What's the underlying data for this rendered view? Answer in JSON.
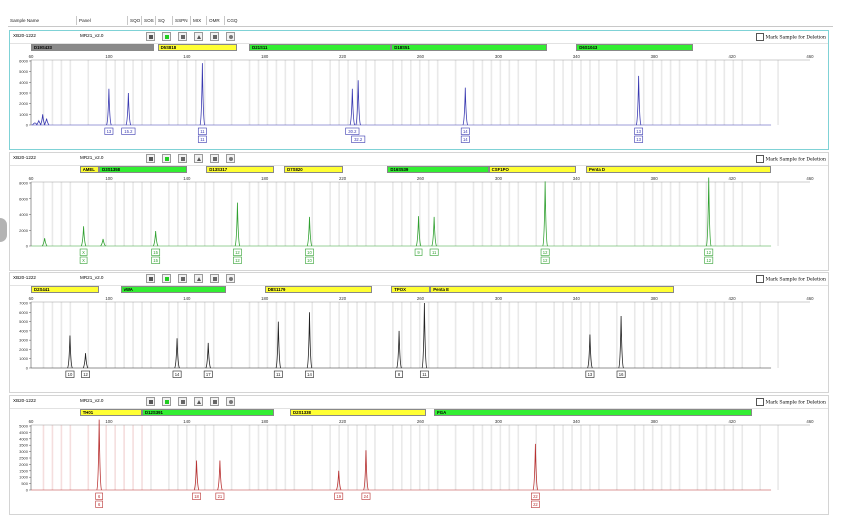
{
  "header": {
    "columns": [
      "Sample Name",
      "Panel",
      "SQO",
      "SOS",
      "SQ",
      "SSPN",
      "MIX",
      "OMR",
      "CGQ"
    ]
  },
  "panels": [
    {
      "sample": "XB20-1222",
      "kit": "MR21_v2.0",
      "mark_label": "Mark Sample for Deletion",
      "color": "#3838b0",
      "ymax": 6000,
      "yticks": [
        0,
        1000,
        2000,
        3000,
        4000,
        5000,
        6000
      ],
      "loci": [
        {
          "name": "D19S433",
          "start": 60,
          "end": 123,
          "color": "k"
        },
        {
          "name": "D5S818",
          "start": 125,
          "end": 166,
          "color": "y"
        },
        {
          "name": "D21S11",
          "start": 172,
          "end": 245,
          "color": "g"
        },
        {
          "name": "D18S51",
          "start": 245,
          "end": 325,
          "color": "g"
        },
        {
          "name": "D6S1043",
          "start": 340,
          "end": 400,
          "color": "g"
        }
      ],
      "peaks": [
        {
          "x": 62,
          "h": 200
        },
        {
          "x": 64,
          "h": 400
        },
        {
          "x": 66,
          "h": 1000
        },
        {
          "x": 68,
          "h": 600
        },
        {
          "x": 100,
          "h": 3400
        },
        {
          "x": 110,
          "h": 3000
        },
        {
          "x": 148,
          "h": 5800
        },
        {
          "x": 225,
          "h": 3400
        },
        {
          "x": 228,
          "h": 4200
        },
        {
          "x": 283,
          "h": 3500
        },
        {
          "x": 372,
          "h": 4600
        }
      ],
      "alleles": [
        {
          "x": 100,
          "labels": [
            "13"
          ]
        },
        {
          "x": 110,
          "labels": [
            "15.2"
          ]
        },
        {
          "x": 148,
          "labels": [
            "11",
            "11"
          ]
        },
        {
          "x": 225,
          "labels": [
            "30.2"
          ]
        },
        {
          "x": 228,
          "labels": [
            "32.2"
          ],
          "row2": true
        },
        {
          "x": 283,
          "labels": [
            "14",
            "14"
          ]
        },
        {
          "x": 372,
          "labels": [
            "13",
            "13"
          ]
        }
      ]
    },
    {
      "sample": "XB20-1222",
      "kit": "MR21_v2.0",
      "mark_label": "Mark Sample for Deletion",
      "color": "#30a030",
      "ymax": 8000,
      "yticks": [
        0,
        2000,
        4000,
        6000,
        8000
      ],
      "loci": [
        {
          "name": "AMEL",
          "start": 85,
          "end": 95,
          "color": "y"
        },
        {
          "name": "D3S1358",
          "start": 95,
          "end": 140,
          "color": "g"
        },
        {
          "name": "D13S317",
          "start": 150,
          "end": 185,
          "color": "y"
        },
        {
          "name": "D7S820",
          "start": 190,
          "end": 220,
          "color": "y"
        },
        {
          "name": "D16S539",
          "start": 243,
          "end": 295,
          "color": "g"
        },
        {
          "name": "CSF1PO",
          "start": 295,
          "end": 340,
          "color": "y"
        },
        {
          "name": "Penta D",
          "start": 345,
          "end": 440,
          "color": "y"
        }
      ],
      "peaks": [
        {
          "x": 67,
          "h": 1000
        },
        {
          "x": 87,
          "h": 2500
        },
        {
          "x": 97,
          "h": 900
        },
        {
          "x": 124,
          "h": 1900
        },
        {
          "x": 166,
          "h": 5500
        },
        {
          "x": 203,
          "h": 3700
        },
        {
          "x": 259,
          "h": 3800
        },
        {
          "x": 267,
          "h": 3700
        },
        {
          "x": 324,
          "h": 8200
        },
        {
          "x": 408,
          "h": 8700
        }
      ],
      "alleles": [
        {
          "x": 87,
          "labels": [
            "X",
            "X"
          ]
        },
        {
          "x": 124,
          "labels": [
            "15",
            "15"
          ]
        },
        {
          "x": 166,
          "labels": [
            "12",
            "12"
          ]
        },
        {
          "x": 203,
          "labels": [
            "10",
            "10"
          ]
        },
        {
          "x": 259,
          "labels": [
            "9"
          ]
        },
        {
          "x": 267,
          "labels": [
            "11"
          ]
        },
        {
          "x": 324,
          "labels": [
            "12",
            "12"
          ]
        },
        {
          "x": 408,
          "labels": [
            "12",
            "12"
          ]
        }
      ]
    },
    {
      "sample": "XB20-1222",
      "kit": "MR21_v2.0",
      "mark_label": "Mark Sample for Deletion",
      "color": "#202020",
      "ymax": 7000,
      "yticks": [
        0,
        1000,
        2000,
        3000,
        4000,
        5000,
        6000,
        7000
      ],
      "loci": [
        {
          "name": "D2S441",
          "start": 60,
          "end": 95,
          "color": "y"
        },
        {
          "name": "vWA",
          "start": 106,
          "end": 160,
          "color": "g"
        },
        {
          "name": "D8S1179",
          "start": 180,
          "end": 235,
          "color": "y"
        },
        {
          "name": "TPOX",
          "start": 245,
          "end": 265,
          "color": "y"
        },
        {
          "name": "Penta E",
          "start": 265,
          "end": 390,
          "color": "y"
        }
      ],
      "peaks": [
        {
          "x": 80,
          "h": 3500
        },
        {
          "x": 88,
          "h": 1600
        },
        {
          "x": 135,
          "h": 3200
        },
        {
          "x": 151,
          "h": 2700
        },
        {
          "x": 187,
          "h": 5000
        },
        {
          "x": 203,
          "h": 6000
        },
        {
          "x": 249,
          "h": 4000
        },
        {
          "x": 262,
          "h": 7000
        },
        {
          "x": 347,
          "h": 3600
        },
        {
          "x": 363,
          "h": 5600
        }
      ],
      "alleles": [
        {
          "x": 80,
          "labels": [
            "10"
          ]
        },
        {
          "x": 88,
          "labels": [
            "12"
          ]
        },
        {
          "x": 135,
          "labels": [
            "14"
          ]
        },
        {
          "x": 151,
          "labels": [
            "17"
          ]
        },
        {
          "x": 187,
          "labels": [
            "11"
          ]
        },
        {
          "x": 203,
          "labels": [
            "14"
          ]
        },
        {
          "x": 249,
          "labels": [
            "8"
          ]
        },
        {
          "x": 262,
          "labels": [
            "11"
          ]
        },
        {
          "x": 347,
          "labels": [
            "13"
          ]
        },
        {
          "x": 363,
          "labels": [
            "16"
          ]
        }
      ]
    },
    {
      "sample": "XB20-1222",
      "kit": "MR21_v2.0",
      "mark_label": "Mark Sample for Deletion",
      "color": "#b83030",
      "ymax": 5000,
      "yticks": [
        0,
        500,
        1000,
        1500,
        2000,
        2500,
        3000,
        3500,
        4000,
        4500,
        5000
      ],
      "loci": [
        {
          "name": "TH01",
          "start": 85,
          "end": 117,
          "color": "y"
        },
        {
          "name": "D12S391",
          "start": 117,
          "end": 185,
          "color": "g"
        },
        {
          "name": "D2S1338",
          "start": 193,
          "end": 263,
          "color": "y"
        },
        {
          "name": "FGA",
          "start": 267,
          "end": 430,
          "color": "g"
        }
      ],
      "peaks": [
        {
          "x": 95,
          "h": 5500
        },
        {
          "x": 145,
          "h": 2300
        },
        {
          "x": 157,
          "h": 2300
        },
        {
          "x": 218,
          "h": 1500
        },
        {
          "x": 232,
          "h": 3100
        },
        {
          "x": 319,
          "h": 3600
        }
      ],
      "alleles": [
        {
          "x": 95,
          "labels": [
            "6",
            "6"
          ]
        },
        {
          "x": 145,
          "labels": [
            "18"
          ]
        },
        {
          "x": 157,
          "labels": [
            "21"
          ]
        },
        {
          "x": 218,
          "labels": [
            "19"
          ]
        },
        {
          "x": 232,
          "labels": [
            "24"
          ]
        },
        {
          "x": 319,
          "labels": [
            "22",
            "22"
          ]
        }
      ]
    }
  ],
  "xticks": [
    60,
    100,
    140,
    180,
    220,
    260,
    300,
    340,
    380,
    420,
    460
  ]
}
